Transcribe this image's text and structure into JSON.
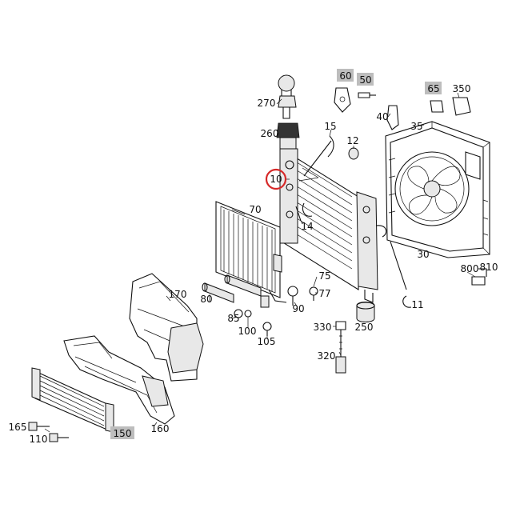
{
  "callouts": [
    {
      "id": "c10",
      "text": "10",
      "highlight": "circle"
    },
    {
      "id": "c11",
      "text": "11"
    },
    {
      "id": "c12",
      "text": "12"
    },
    {
      "id": "c14",
      "text": "14"
    },
    {
      "id": "c15",
      "text": "15"
    },
    {
      "id": "c30",
      "text": "30"
    },
    {
      "id": "c35",
      "text": "35"
    },
    {
      "id": "c40",
      "text": "40"
    },
    {
      "id": "c50",
      "text": "50",
      "highlight": "box"
    },
    {
      "id": "c60",
      "text": "60",
      "highlight": "box"
    },
    {
      "id": "c65",
      "text": "65",
      "highlight": "box"
    },
    {
      "id": "c70",
      "text": "70"
    },
    {
      "id": "c75",
      "text": "75"
    },
    {
      "id": "c77",
      "text": "77"
    },
    {
      "id": "c80",
      "text": "80"
    },
    {
      "id": "c85",
      "text": "85"
    },
    {
      "id": "c90",
      "text": "90"
    },
    {
      "id": "c100",
      "text": "100"
    },
    {
      "id": "c105",
      "text": "105"
    },
    {
      "id": "c110",
      "text": "110"
    },
    {
      "id": "c150",
      "text": "150",
      "highlight": "box"
    },
    {
      "id": "c160",
      "text": "160"
    },
    {
      "id": "c165",
      "text": "165"
    },
    {
      "id": "c170",
      "text": "170"
    },
    {
      "id": "c250",
      "text": "250"
    },
    {
      "id": "c260",
      "text": "260"
    },
    {
      "id": "c270",
      "text": "270"
    },
    {
      "id": "c320",
      "text": "320"
    },
    {
      "id": "c330",
      "text": "330"
    },
    {
      "id": "c350",
      "text": "350"
    },
    {
      "id": "c800",
      "text": "800"
    },
    {
      "id": "c810",
      "text": "810"
    }
  ],
  "colors": {
    "highlight_circle": "#d62828",
    "highlight_box": "#bdbdbd",
    "line": "#111111"
  }
}
